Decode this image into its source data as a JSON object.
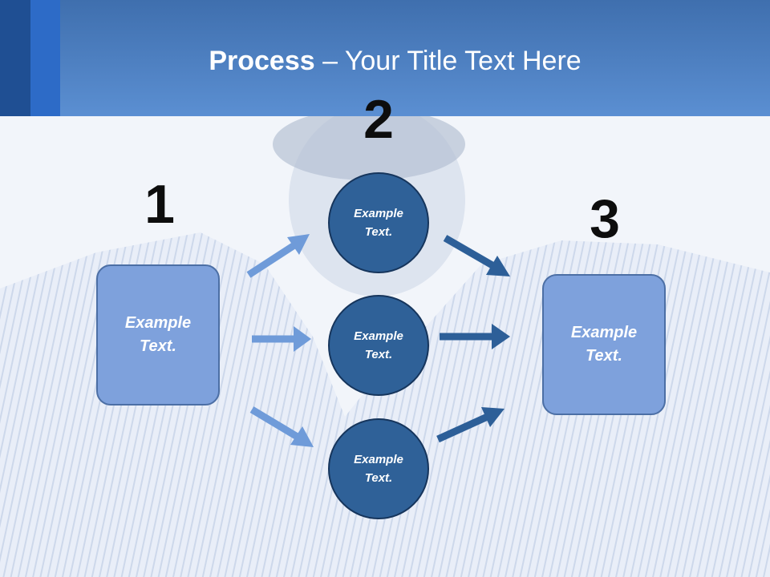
{
  "title": {
    "bold": "Process",
    "rest": " – Your Title Text Here"
  },
  "steps": {
    "one": "1",
    "two": "2",
    "three": "3"
  },
  "nodes": {
    "start": "Example Text.",
    "middle_top": "Example Text.",
    "middle_center": "Example Text.",
    "middle_bottom": "Example Text.",
    "end": "Example Text."
  },
  "colors": {
    "title_bar": "#5b8fd2",
    "box_fill": "#7ea1dc",
    "circle_fill": "#2f6198",
    "arrow_light": "#6f9bd9",
    "arrow_dark": "#2d5f98"
  }
}
